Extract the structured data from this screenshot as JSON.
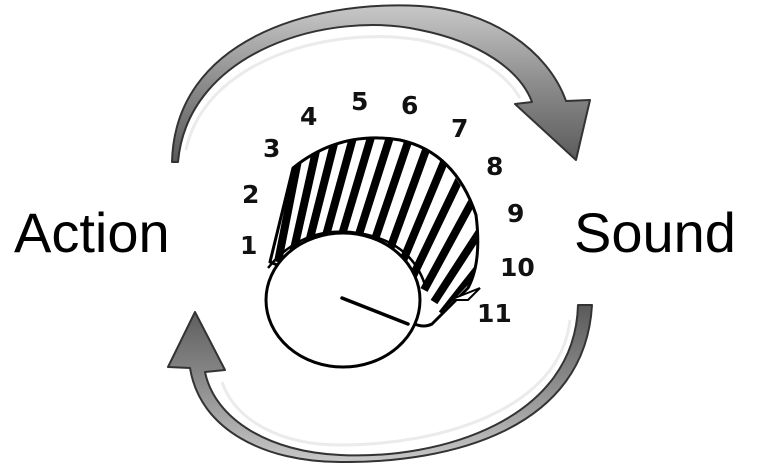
{
  "labels": {
    "left": "Action",
    "right": "Sound"
  },
  "dial": {
    "numbers": [
      "1",
      "2",
      "3",
      "4",
      "5",
      "6",
      "7",
      "8",
      "9",
      "10",
      "11"
    ],
    "pointer_value": 11
  },
  "colors": {
    "arrow_fill": "#8a8a8a",
    "arrow_dark": "#4a4a4a",
    "arrow_light": "#d4d4d4",
    "ink": "#000000",
    "background": "#ffffff"
  },
  "icons": {
    "top_arrow": "curved-arrow-right-icon",
    "bottom_arrow": "curved-arrow-left-icon",
    "knob": "volume-knob-icon"
  }
}
